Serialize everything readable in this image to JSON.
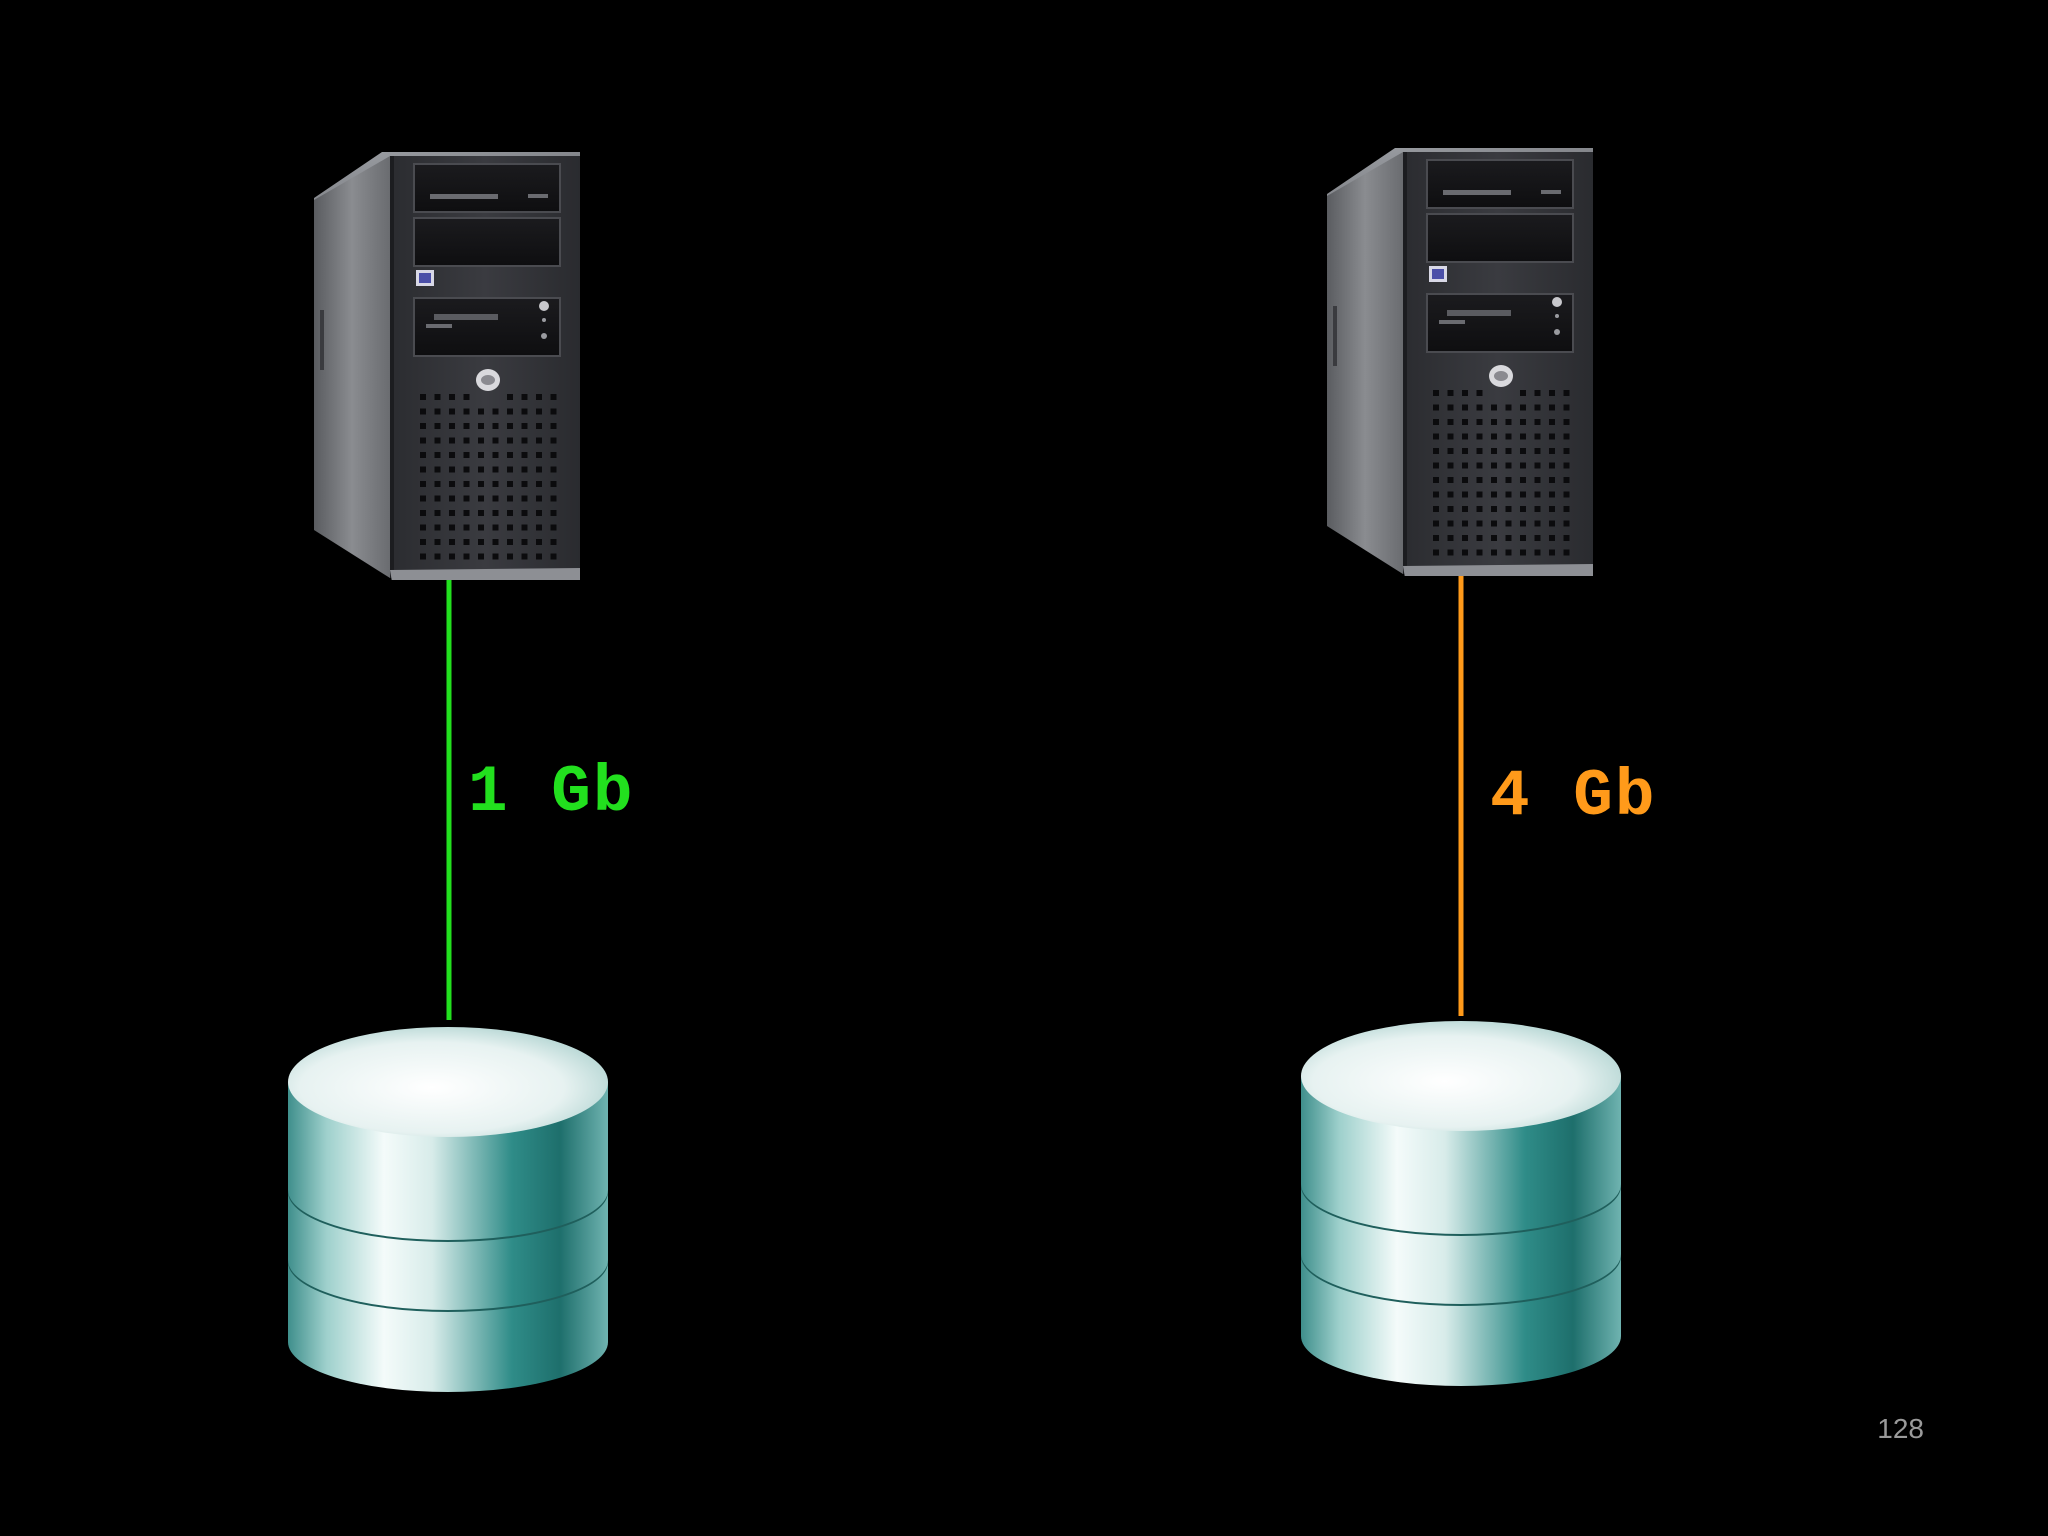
{
  "colors": {
    "background": "#000000",
    "link_slow": "#22e01e",
    "link_fast": "#ff9a1a",
    "page_number": "#9a9a9a"
  },
  "left": {
    "server_icon": "tower-server-icon",
    "storage_icon": "database-stack-icon",
    "link_label": "1 Gb",
    "link_color": "#22e01e"
  },
  "right": {
    "server_icon": "tower-server-icon",
    "storage_icon": "database-stack-icon",
    "link_label": "4 Gb",
    "link_color": "#ff9a1a"
  },
  "page_number": "128"
}
